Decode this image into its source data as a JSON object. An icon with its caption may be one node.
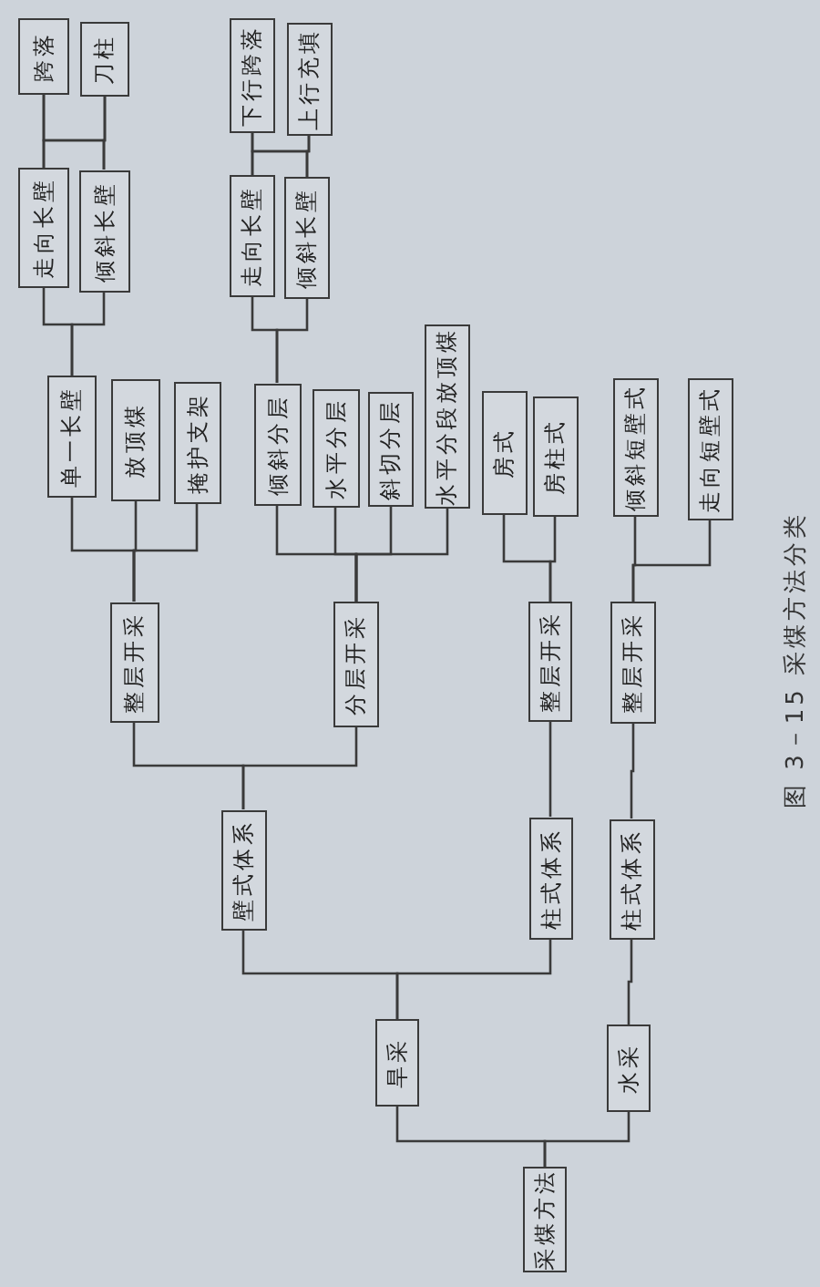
{
  "diagram": {
    "caption": "图 3－15 采煤方法分类",
    "nodes": [
      {
        "text": [
          "采煤方法"
        ]
      },
      {
        "text": [
          "旱采"
        ]
      },
      {
        "text": [
          "水采"
        ]
      },
      {
        "text": [
          "壁式体系"
        ]
      },
      {
        "text": [
          "柱式体系"
        ]
      },
      {
        "text": [
          "柱式体系"
        ]
      },
      {
        "text": [
          "整层开采"
        ]
      },
      {
        "text": [
          "分层开采"
        ]
      },
      {
        "text": [
          "整层开采"
        ]
      },
      {
        "text": [
          "整层开采"
        ]
      },
      {
        "text": [
          "单一长壁"
        ]
      },
      {
        "text": [
          "放顶煤"
        ]
      },
      {
        "text": [
          "掩护支架"
        ]
      },
      {
        "text": [
          "倾斜分层"
        ]
      },
      {
        "text": [
          "水平分层"
        ]
      },
      {
        "text": [
          "斜切分层"
        ]
      },
      {
        "text": [
          "水平分段放顶煤"
        ]
      },
      {
        "text": [
          "房式"
        ]
      },
      {
        "text": [
          "房柱式"
        ]
      },
      {
        "text": [
          "倾斜短壁式"
        ]
      },
      {
        "text": [
          "走向短壁式"
        ]
      },
      {
        "text": [
          "走向长壁"
        ]
      },
      {
        "text": [
          "倾斜长壁"
        ]
      },
      {
        "text": [
          "走向长壁"
        ]
      },
      {
        "text": [
          "倾斜长壁"
        ]
      },
      {
        "text": [
          "跨落"
        ]
      },
      {
        "text": [
          "刀柱"
        ]
      },
      {
        "text": [
          "下行跨落"
        ]
      },
      {
        "text": [
          "上行充填"
        ]
      }
    ],
    "edges": [
      {
        "from": 0,
        "to": 1,
        "arrow": "none"
      },
      {
        "from": 0,
        "to": 2,
        "arrow": "none"
      },
      {
        "from": 1,
        "to": 3,
        "arrow": "none"
      },
      {
        "from": 1,
        "to": 4,
        "arrow": "none"
      },
      {
        "from": 2,
        "to": 5,
        "arrow": "none"
      },
      {
        "from": 3,
        "to": 6,
        "arrow": "none"
      },
      {
        "from": 3,
        "to": 7,
        "arrow": "none"
      },
      {
        "from": 4,
        "to": 8,
        "arrow": "none"
      },
      {
        "from": 5,
        "to": 9,
        "arrow": "none"
      },
      {
        "from": 6,
        "to": 10,
        "arrow": "none"
      },
      {
        "from": 6,
        "to": 11,
        "arrow": "none"
      },
      {
        "from": 6,
        "to": 12,
        "arrow": "none"
      },
      {
        "from": 7,
        "to": 13,
        "arrow": "none"
      },
      {
        "from": 7,
        "to": 14,
        "arrow": "none"
      },
      {
        "from": 7,
        "to": 15,
        "arrow": "none"
      },
      {
        "from": 7,
        "to": 16,
        "arrow": "none"
      },
      {
        "from": 8,
        "to": 17,
        "arrow": "none"
      },
      {
        "from": 8,
        "to": 18,
        "arrow": "none"
      },
      {
        "from": 9,
        "to": 19,
        "arrow": "none"
      },
      {
        "from": 9,
        "to": 20,
        "arrow": "none"
      },
      {
        "from": 10,
        "to": 21,
        "arrow": "none"
      },
      {
        "from": 10,
        "to": 22,
        "arrow": "none"
      },
      {
        "from": 13,
        "to": 23,
        "arrow": "none"
      },
      {
        "from": 13,
        "to": 24,
        "arrow": "none"
      },
      {
        "from": 21,
        "to": 25,
        "arrow": "none"
      },
      {
        "from": 21,
        "to": 26,
        "arrow": "none"
      },
      {
        "from": 22,
        "to": 25,
        "arrow": "none"
      },
      {
        "from": 22,
        "to": 26,
        "arrow": "none"
      },
      {
        "from": 23,
        "to": 27,
        "arrow": "none"
      },
      {
        "from": 23,
        "to": 28,
        "arrow": "none"
      },
      {
        "from": 24,
        "to": 27,
        "arrow": "none"
      },
      {
        "from": 24,
        "to": 28,
        "arrow": "none"
      }
    ]
  }
}
